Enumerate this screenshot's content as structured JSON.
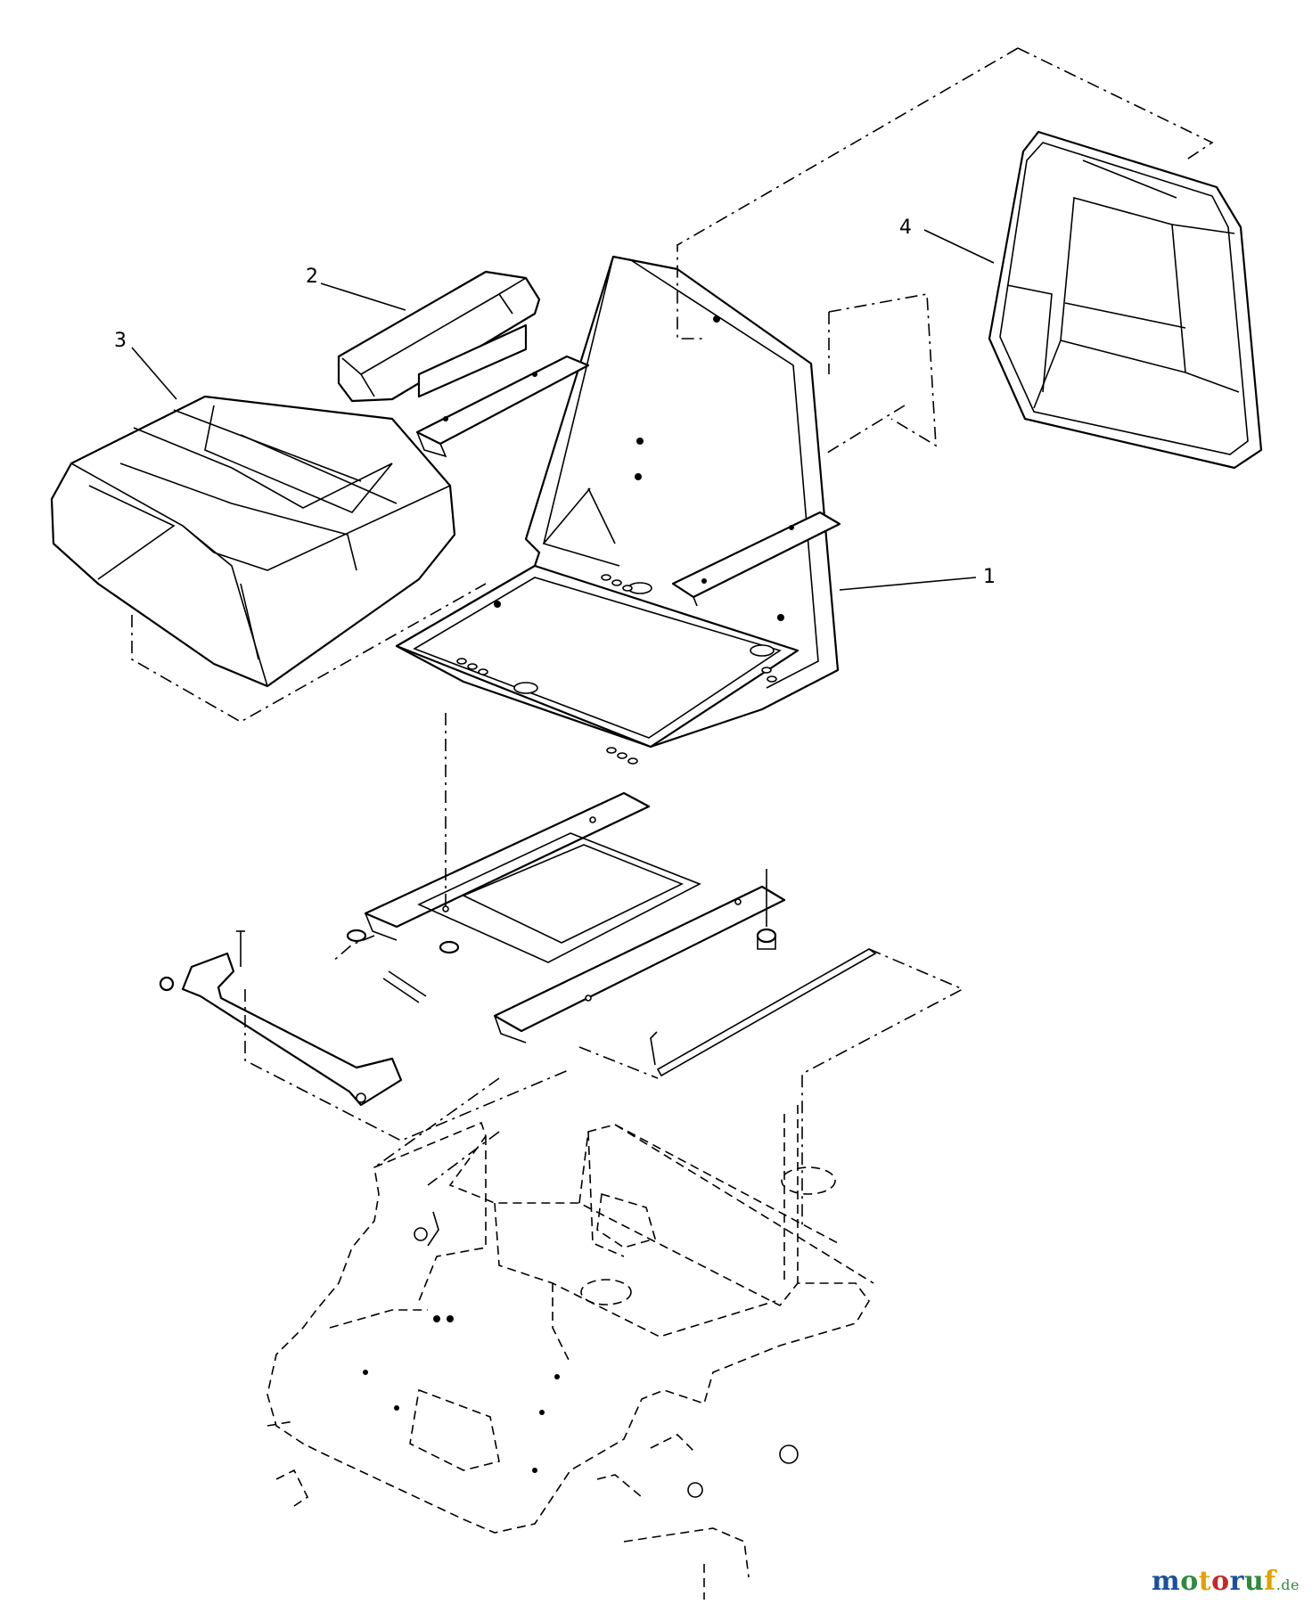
{
  "callouts": [
    {
      "id": "1",
      "label": "1"
    },
    {
      "id": "2",
      "label": "2"
    },
    {
      "id": "3",
      "label": "3"
    },
    {
      "id": "4",
      "label": "4"
    }
  ],
  "watermark": {
    "brand": "motoruf",
    "suffix": ".de",
    "colors": [
      "#1a4fa0",
      "#2e8b3d",
      "#e2a100",
      "#c62828"
    ]
  }
}
